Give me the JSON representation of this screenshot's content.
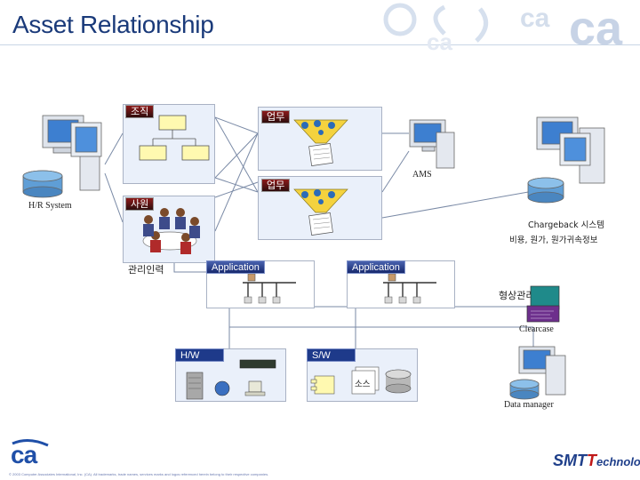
{
  "title": "Asset Relationship",
  "nodes": {
    "org": "조직",
    "work_top": "업무",
    "work_mid": "업무",
    "staff": "사원",
    "hr_system": "H/R System",
    "ams": "AMS",
    "chargeback": "Chargeback 시스템",
    "chargeback_sub": "비용, 원가, 원가귀속정보",
    "mgmt_staff": "관리인력",
    "app_left": "Application",
    "app_right": "Application",
    "config_mgmt": "형상관리",
    "clearcase": "Clearcase",
    "hw": "H/W",
    "sw": "S/W",
    "source": "소스",
    "data_manager": "Data manager"
  },
  "logos": {
    "brand_left": "ca",
    "brand_right_prefix": "SMT",
    "brand_right_suffix": "echnology",
    "watermark_text": "ca"
  },
  "footer": {
    "copyright": "© 2003 Computer Associates International, Inc. (CA). All trademarks, trade names, services marks and logos referenced herein belong to their respective companies."
  },
  "colors": {
    "title": "#1a3a7a",
    "tag_red": "#8c1a1a",
    "tag_blue": "#1e3a8a",
    "ca_blue": "#1f4fa8",
    "line": "#7a8aa6"
  }
}
